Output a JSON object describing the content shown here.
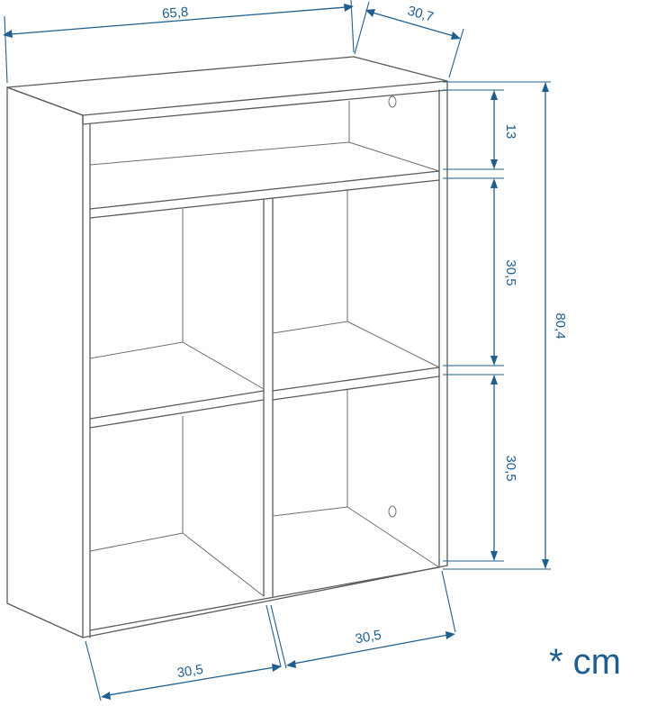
{
  "dimensions": {
    "width": "65,8",
    "depth": "30,7",
    "top_shelf_height": "13",
    "upper_cube_height": "30,5",
    "lower_cube_height": "30,5",
    "total_height": "80,4",
    "left_cube_width": "30,5",
    "right_cube_width": "30,5"
  },
  "unit": "* cm",
  "colors": {
    "dimension": "#1f5f8f",
    "line": "#5b5b5b"
  }
}
